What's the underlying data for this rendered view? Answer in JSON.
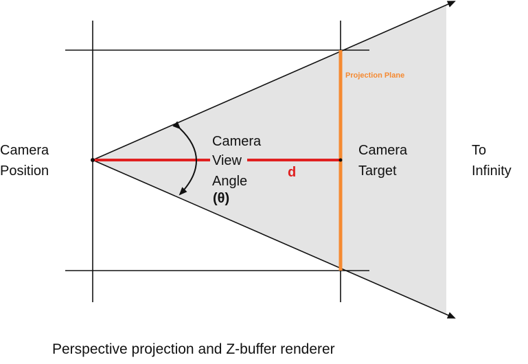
{
  "labels": {
    "camera_position": [
      "Camera",
      "Position"
    ],
    "camera_view_angle": [
      "Camera",
      "View",
      "Angle"
    ],
    "theta": "(θ)",
    "distance": "d",
    "camera_target": [
      "Camera",
      "Target"
    ],
    "to_infinity": [
      "To",
      "Infinity"
    ],
    "projection_plane": "Projection Plane"
  },
  "caption": "Perspective projection and Z-buffer renderer",
  "colors": {
    "frustum_fill": "#e4e4e4",
    "distance_line": "#e02020",
    "projection_plane": "#f58a32",
    "line": "#111111"
  }
}
